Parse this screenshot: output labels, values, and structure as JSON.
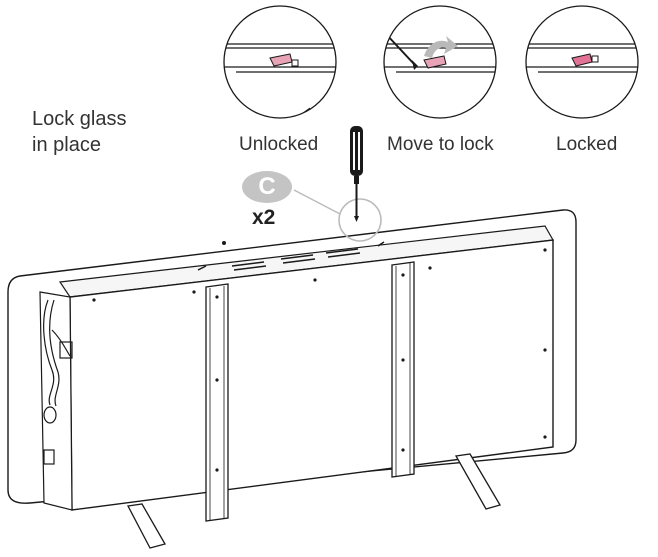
{
  "title_lines": [
    "Lock glass",
    "in place"
  ],
  "steps": [
    {
      "label": "Unlocked"
    },
    {
      "label": "Move to lock"
    },
    {
      "label": "Locked"
    }
  ],
  "part": {
    "letter": "C",
    "quantity": "x2"
  },
  "colors": {
    "latch": "#e8a3b6",
    "latch_locked": "#e27397",
    "arrow": "#b9b9b9",
    "badge": "#c4c4c4",
    "line": "#1a1a1a",
    "text": "#333333"
  },
  "icons": [
    "screwdriver-icon",
    "curved-arrow-icon"
  ]
}
